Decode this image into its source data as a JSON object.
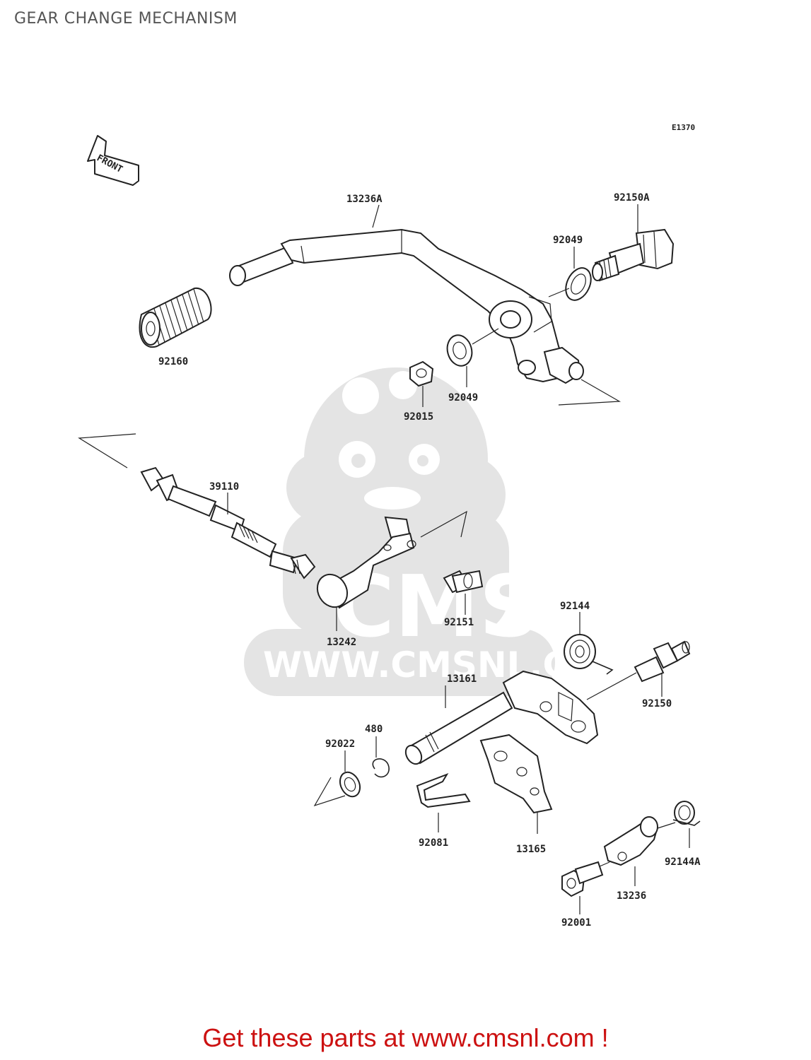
{
  "page": {
    "title": "GEAR CHANGE MECHANISM"
  },
  "diagram": {
    "code": "E1370",
    "front_label": "FRONT",
    "watermark": {
      "brand": "CMS",
      "url": "WWW.CMSNL.COM"
    },
    "labels": {
      "p13236A": "13236A",
      "p92150A": "92150A",
      "p92049a": "92049",
      "p92160": "92160",
      "p92049b": "92049",
      "p92015": "92015",
      "p39110": "39110",
      "p13242": "13242",
      "p92151": "92151",
      "p92144": "92144",
      "p13161": "13161",
      "p92150": "92150",
      "p480": "480",
      "p92022": "92022",
      "p92081": "92081",
      "p13165": "13165",
      "p92144A": "92144A",
      "p13236": "13236",
      "p92001": "92001"
    }
  },
  "footer": {
    "text": "Get these parts at www.cmsnl.com !"
  },
  "colors": {
    "footer": "#cc1111",
    "title": "#555555",
    "watermark": "#e4e4e4",
    "ink": "#222222"
  }
}
